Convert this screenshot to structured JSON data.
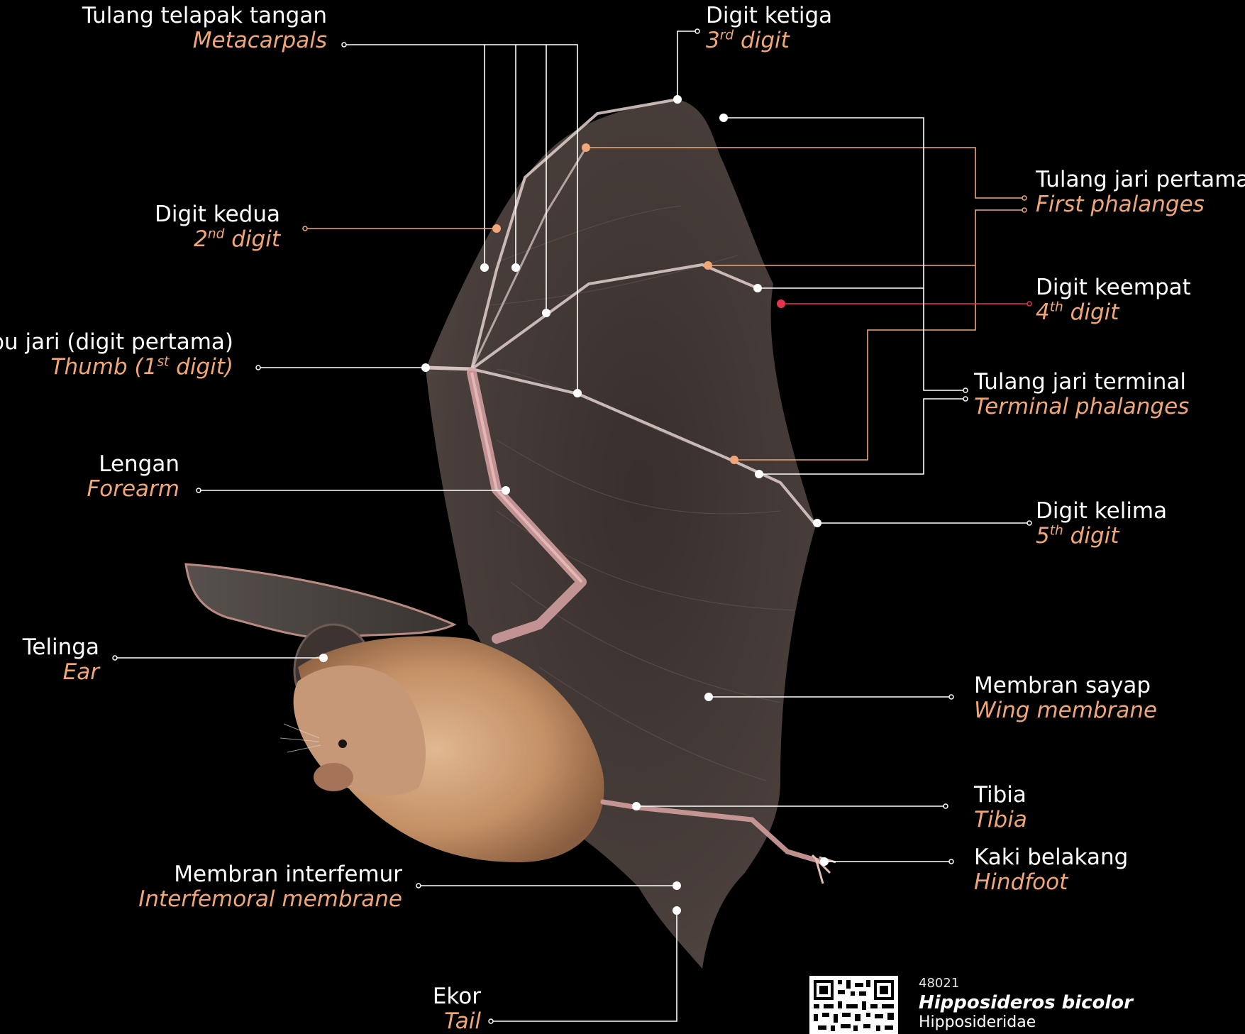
{
  "labels": {
    "metacarpals": {
      "id": "Tulang telapak tangan",
      "en": "Metacarpals"
    },
    "digit3": {
      "id": "Digit ketiga",
      "en_num": "3",
      "en_sup": "rd",
      "en_rest": " digit"
    },
    "first_phalanges": {
      "id": "Tulang jari pertama",
      "en": "First phalanges"
    },
    "digit2": {
      "id": "Digit kedua",
      "en_num": "2",
      "en_sup": "nd",
      "en_rest": " digit"
    },
    "digit4": {
      "id": "Digit keempat",
      "en_num": "4",
      "en_sup": "th",
      "en_rest": " digit"
    },
    "thumb": {
      "id": "Ibu jari  (digit pertama)",
      "en_pre": "Thumb (1",
      "en_sup": "st",
      "en_rest": " digit)"
    },
    "terminal_phalanges": {
      "id": "Tulang jari terminal",
      "en": "Terminal phalanges"
    },
    "forearm": {
      "id": "Lengan",
      "en": "Forearm"
    },
    "digit5": {
      "id": "Digit kelima",
      "en_num": "5",
      "en_sup": "th",
      "en_rest": " digit"
    },
    "ear": {
      "id": "Telinga",
      "en": "Ear"
    },
    "wing_membrane": {
      "id": "Membran sayap",
      "en": "Wing membrane"
    },
    "tibia": {
      "id": "Tibia",
      "en": "Tibia"
    },
    "hindfoot": {
      "id": "Kaki belakang",
      "en": "Hindfoot"
    },
    "interfemoral": {
      "id": "Membran interfemur",
      "en": "Interfemoral membrane"
    },
    "tail": {
      "id": "Ekor",
      "en": "Tail"
    }
  },
  "caption": {
    "number": "48021",
    "species": "Hipposideros bicolor",
    "family": "Hipposideridae"
  },
  "colors": {
    "background": "#000000",
    "white_label": "#ffffff",
    "orange_label": "#f0a677",
    "highlight_red": "#e8334f",
    "membrane": "#4a403c",
    "fur": "#c9956a"
  },
  "icons": [
    "qr-code-icon"
  ]
}
